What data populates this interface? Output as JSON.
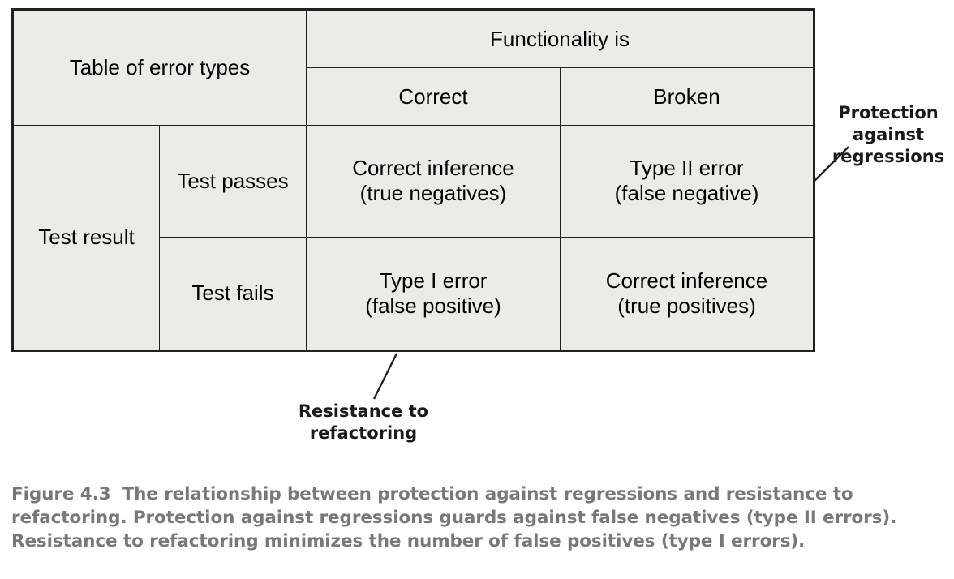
{
  "figure": {
    "table": {
      "corner_label": "Table of error types",
      "column_group_header": "Functionality is",
      "column_headers": [
        "Correct",
        "Broken"
      ],
      "row_group_label": "Test result",
      "row_headers": [
        "Test passes",
        "Test fails"
      ],
      "cells": [
        [
          {
            "line1": "Correct inference",
            "line2": "(true negatives)",
            "shade": "mid"
          },
          {
            "line1": "Type II error",
            "line2": "(false negative)",
            "shade": "dark"
          }
        ],
        [
          {
            "line1": "Type I error",
            "line2": "(false positive)",
            "shade": "dark"
          },
          {
            "line1": "Correct inference",
            "line2": "(true positives)",
            "shade": "mid"
          }
        ]
      ]
    },
    "callouts": {
      "protection": "Protection\nagainst\nregressions",
      "resistance": "Resistance to\nrefactoring"
    }
  },
  "caption": {
    "label": "Figure 4.3",
    "text": "The relationship between protection against regressions and resistance to refactoring. Protection against regressions guards against false negatives (type II errors). Resistance to refactoring minimizes the number of false positives (type I errors)."
  },
  "colors": {
    "light_cell": "#ecece7",
    "mid_cell": "#7f807c",
    "dark_cell": "#3b3b3b",
    "border": "#231f20",
    "caption_text": "#77787b",
    "cell_text_dark": "#000000",
    "cell_text_light": "#ffffff"
  }
}
